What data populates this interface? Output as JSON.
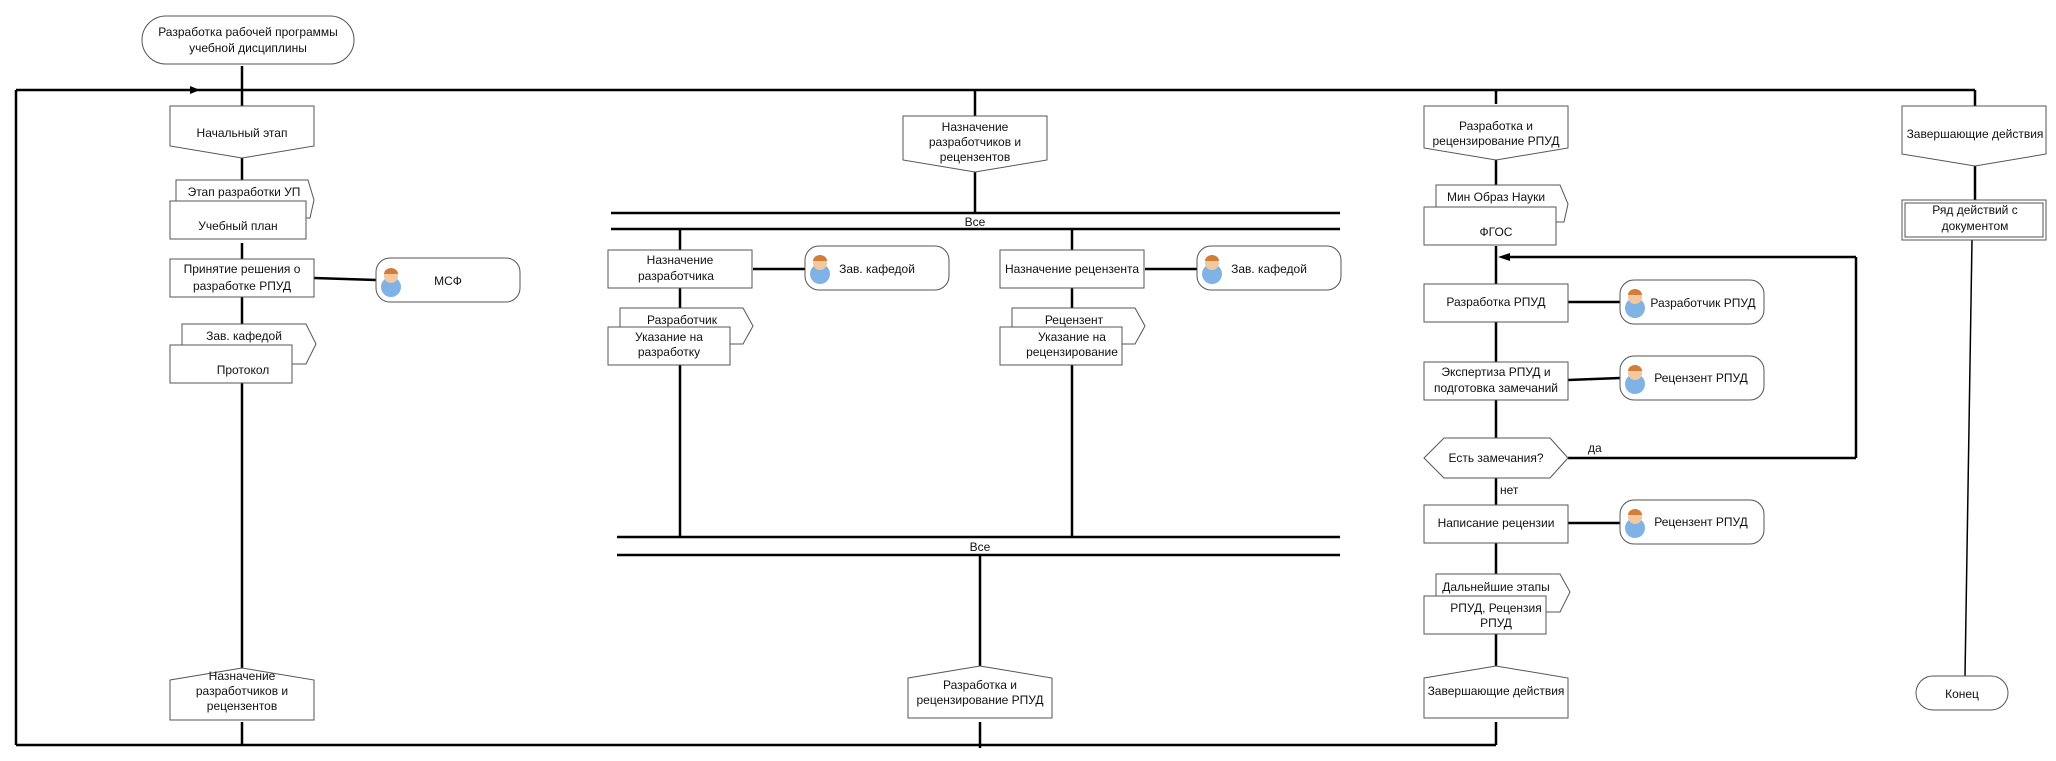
{
  "start": "Разработка рабочей программы учебной дисциплины",
  "col1": {
    "stage": "Начальный этап",
    "doc1_tag": "Этап разработки УП",
    "doc1": "Учебный план",
    "decision": "Принятие решения  о разработке РПУД",
    "actor": "МСФ",
    "doc2_tag": "Зав. кафедой",
    "doc2": "Протокол",
    "next": "Назначение разработчиков и рецензентов"
  },
  "col2": {
    "stage": "Назначение разработчиков и рецензентов",
    "fork_label": "Все",
    "assign_dev": "Назначение разработчика",
    "assign_dev_actor": "Зав. кафедой",
    "dev_tag": "Разработчик",
    "dev_doc": "Указание на разработку",
    "assign_rev": "Назначение рецензента",
    "assign_rev_actor": "Зав. кафедой",
    "rev_tag": "Рецензент",
    "rev_doc": "Указание на рецензирование",
    "join_label": "Все",
    "next": "Разработка и рецензирование РПУД"
  },
  "col3": {
    "stage": "Разработка и рецензирование РПУД",
    "doc_tag": "Мин Образ Науки",
    "doc": "ФГОС",
    "develop": "Разработка РПУД",
    "develop_actor": "Разработчик РПУД",
    "expert": "Экспертиза РПУД и подготовка замечаний",
    "expert_actor": "Рецензент РПУД",
    "question": "Есть замечания?",
    "yes": "да",
    "no": "нет",
    "review": "Написание рецензии",
    "review_actor": "Рецензент РПУД",
    "out_tag": "Дальнейшие этапы",
    "out_doc": "РПУД, Рецензия РПУД",
    "next": "Завершающие действия"
  },
  "col4": {
    "stage": "Завершающие действия",
    "action": "Ряд действий с документом",
    "end": "Конец"
  }
}
